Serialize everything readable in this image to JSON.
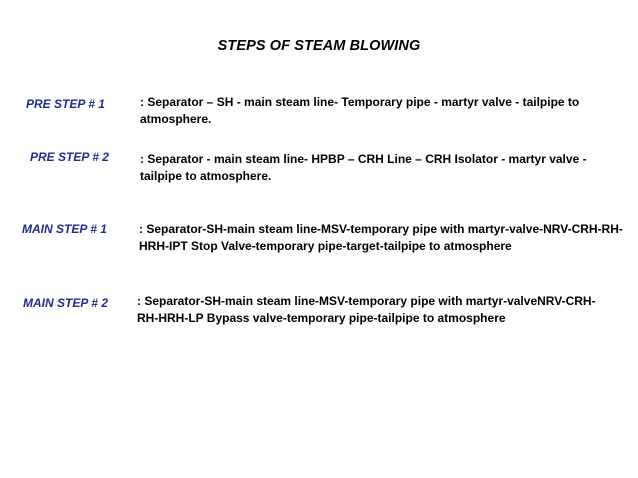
{
  "title": "STEPS OF STEAM BLOWING",
  "colors": {
    "label": "#1f2d8a",
    "text": "#000000",
    "background": "#ffffff"
  },
  "steps": [
    {
      "label": "PRE STEP # 1",
      "lines": [
        ": Separator – SH - main steam line- Temporary pipe - martyr valve - tailpipe to",
        "atmosphere."
      ]
    },
    {
      "label": "PRE STEP # 2",
      "lines": [
        ": Separator - main steam line- HPBP – CRH Line – CRH Isolator -  martyr valve -",
        "tailpipe to atmosphere."
      ]
    },
    {
      "label": "MAIN STEP # 1",
      "lines": [
        ": Separator-SH-main steam line-MSV-temporary pipe with martyr-valve-NRV-CRH-RH-",
        "HRH-IPT Stop Valve-temporary pipe-target-tailpipe to atmosphere"
      ]
    },
    {
      "label": "MAIN STEP # 2",
      "lines": [
        ": Separator-SH-main steam line-MSV-temporary pipe with martyr-valveNRV-CRH-",
        "RH-HRH-LP Bypass valve-temporary pipe-tailpipe to atmosphere"
      ]
    }
  ]
}
